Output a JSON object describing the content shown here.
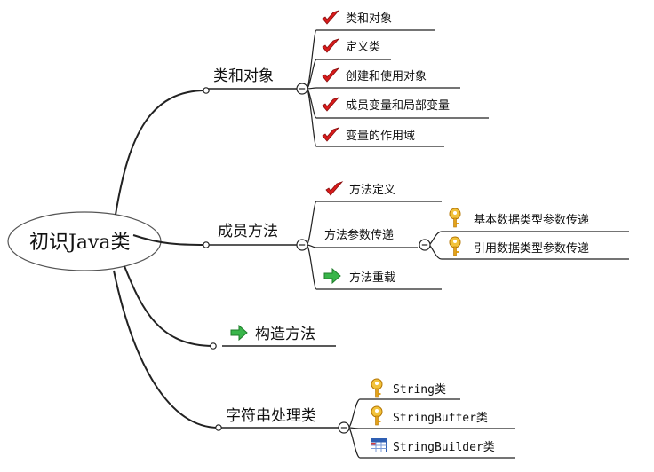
{
  "root": {
    "label": "初识Java类"
  },
  "branches": [
    {
      "label": "类和对象",
      "children": [
        {
          "label": "类和对象",
          "icon": "checkmark-icon"
        },
        {
          "label": "定义类",
          "icon": "checkmark-icon"
        },
        {
          "label": "创建和使用对象",
          "icon": "checkmark-icon"
        },
        {
          "label": "成员变量和局部变量",
          "icon": "checkmark-icon"
        },
        {
          "label": "变量的作用域",
          "icon": "checkmark-icon"
        }
      ]
    },
    {
      "label": "成员方法",
      "children": [
        {
          "label": "方法定义",
          "icon": "checkmark-icon"
        },
        {
          "label": "方法参数传递",
          "children": [
            {
              "label": "基本数据类型参数传递",
              "icon": "key-icon"
            },
            {
              "label": "引用数据类型参数传递",
              "icon": "key-icon"
            }
          ]
        },
        {
          "label": "方法重载",
          "icon": "green-arrow-icon"
        }
      ]
    },
    {
      "label": "构造方法",
      "icon": "green-arrow-icon"
    },
    {
      "label": "字符串处理类",
      "children": [
        {
          "label": "String类",
          "icon": "key-icon"
        },
        {
          "label": "StringBuffer类",
          "icon": "key-icon"
        },
        {
          "label": "StringBuilder类",
          "icon": "table-icon"
        }
      ]
    }
  ],
  "colors": {
    "check": "#d81b1b",
    "key": "#e3a21a",
    "arrow": "#39b54a",
    "table": "#2f5fb3",
    "line": "#222222"
  }
}
